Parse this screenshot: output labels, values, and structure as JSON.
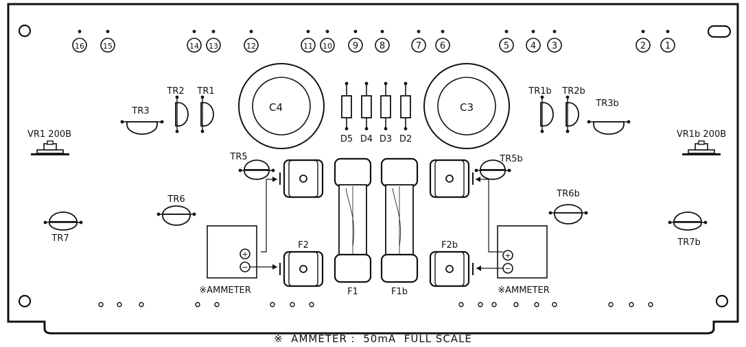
{
  "terminals": [
    "16",
    "15",
    "14",
    "13",
    "12",
    "11",
    "10",
    "9",
    "8",
    "7",
    "6",
    "5",
    "4",
    "3",
    "2",
    "1"
  ],
  "capacitors": {
    "left": "C4",
    "right": "C3"
  },
  "diodes": [
    "D5",
    "D4",
    "D3",
    "D2"
  ],
  "transistors": {
    "tr1": "TR1",
    "tr2": "TR2",
    "tr3": "TR3",
    "tr5": "TR5",
    "tr6": "TR6",
    "tr7": "TR7",
    "tr1b": "TR1b",
    "tr2b": "TR2b",
    "tr3b": "TR3b",
    "tr5b": "TR5b",
    "tr6b": "TR6b",
    "tr7b": "TR7b"
  },
  "pots": {
    "left": "VR1 200B",
    "right": "VR1b 200B"
  },
  "fuses": {
    "left": "F1",
    "right": "F1b",
    "holder_left": "F2",
    "holder_right": "F2b"
  },
  "ammeter": {
    "label": "※AMMETER",
    "plus": "+",
    "minus": "−"
  },
  "note": "※  AMMETER :  50mA  FULL SCALE"
}
